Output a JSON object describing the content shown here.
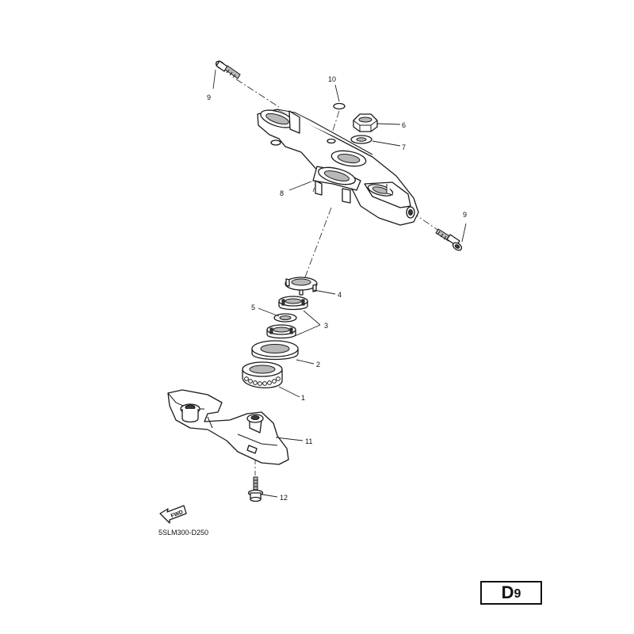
{
  "diagram": {
    "callouts": [
      "9",
      "10",
      "6",
      "7",
      "8",
      "9",
      "4",
      "5",
      "3",
      "2",
      "1",
      "11",
      "12"
    ],
    "fwd_label": "FWD",
    "reference_code": "5SLM300-D250",
    "page_letter": "D",
    "page_number": "9"
  }
}
